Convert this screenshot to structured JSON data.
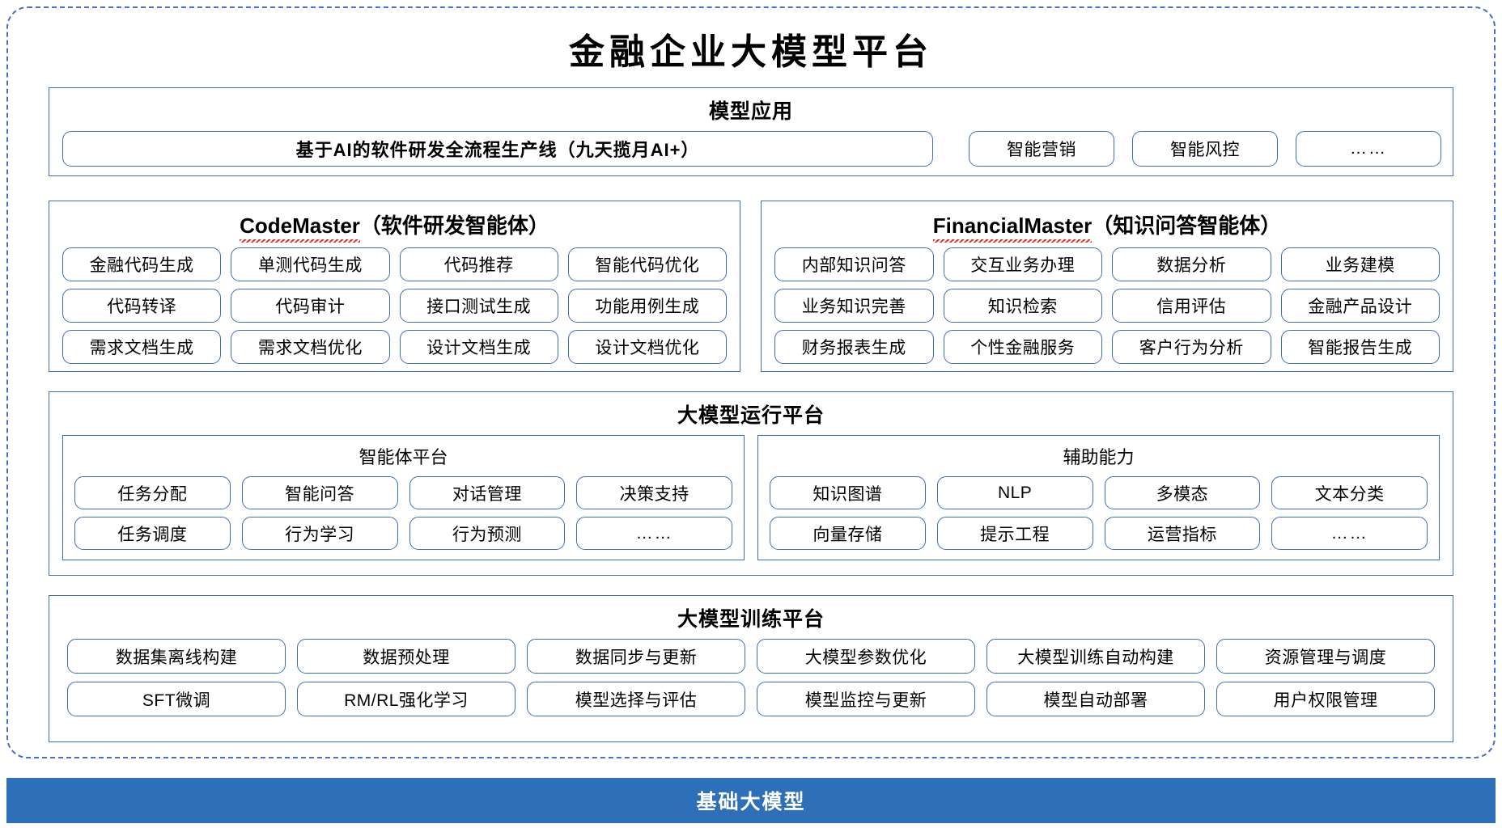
{
  "diagram": {
    "title": "金融企业大模型平台",
    "accent_color": "#3a6fb8",
    "base_bar_color": "#2e6fba",
    "outline_color": "#4272c4"
  },
  "model_application": {
    "title": "模型应用",
    "primary_item": "基于AI的软件研发全流程生产线（九天揽月AI+）",
    "items": [
      "智能营销",
      "智能风控",
      "……"
    ]
  },
  "agents": [
    {
      "name": "CodeMaster",
      "suffix": "（软件研发智能体）",
      "misspelled": true,
      "items": [
        "金融代码生成",
        "单测代码生成",
        "代码推荐",
        "智能代码优化",
        "代码转译",
        "代码审计",
        "接口测试生成",
        "功能用例生成",
        "需求文档生成",
        "需求文档优化",
        "设计文档生成",
        "设计文档优化"
      ]
    },
    {
      "name": "FinancialMaster",
      "suffix": "（知识问答智能体）",
      "misspelled": true,
      "items": [
        "内部知识问答",
        "交互业务办理",
        "数据分析",
        "业务建模",
        "业务知识完善",
        "知识检索",
        "信用评估",
        "金融产品设计",
        "财务报表生成",
        "个性金融服务",
        "客户行为分析",
        "智能报告生成"
      ]
    }
  ],
  "run_platform": {
    "title": "大模型运行平台",
    "groups": [
      {
        "title": "智能体平台",
        "items": [
          "任务分配",
          "智能问答",
          "对话管理",
          "决策支持",
          "任务调度",
          "行为学习",
          "行为预测",
          "……"
        ]
      },
      {
        "title": "辅助能力",
        "items": [
          "知识图谱",
          "NLP",
          "多模态",
          "文本分类",
          "向量存储",
          "提示工程",
          "运营指标",
          "……"
        ]
      }
    ]
  },
  "train_platform": {
    "title": "大模型训练平台",
    "items": [
      "数据集离线构建",
      "数据预处理",
      "数据同步与更新",
      "大模型参数优化",
      "大模型训练自动构建",
      "资源管理与调度",
      "SFT微调",
      "RM/RL强化学习",
      "模型选择与评估",
      "模型监控与更新",
      "模型自动部署",
      "用户权限管理"
    ]
  },
  "base_model": {
    "label": "基础大模型"
  }
}
